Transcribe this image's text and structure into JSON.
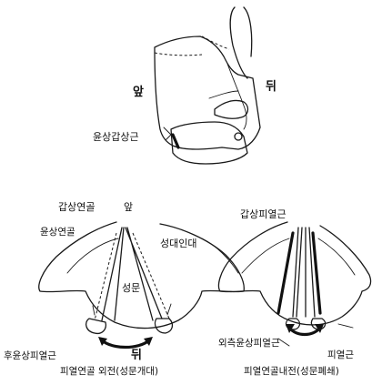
{
  "top_figure": {
    "label_front": "앞",
    "label_back": "뒤",
    "label_muscle": "윤상갑상근"
  },
  "left_figure": {
    "label_thyroarytenoid": "갑상연골",
    "label_front": "앞",
    "label_cricoid": "윤상연골",
    "label_vocal_ligament": "성대인대",
    "label_glottis": "성문",
    "label_posterior_muscle": "후윤상피열근",
    "label_back": "뒤",
    "caption": "피열연골 외전(성문개대)"
  },
  "right_figure": {
    "label_thyroarytenoid_muscle": "갑상피열근",
    "label_lateral_muscle": "외측윤상피열근",
    "label_interarytenoid": "피열근",
    "caption": "피열연골내전(성문폐쇄)"
  }
}
